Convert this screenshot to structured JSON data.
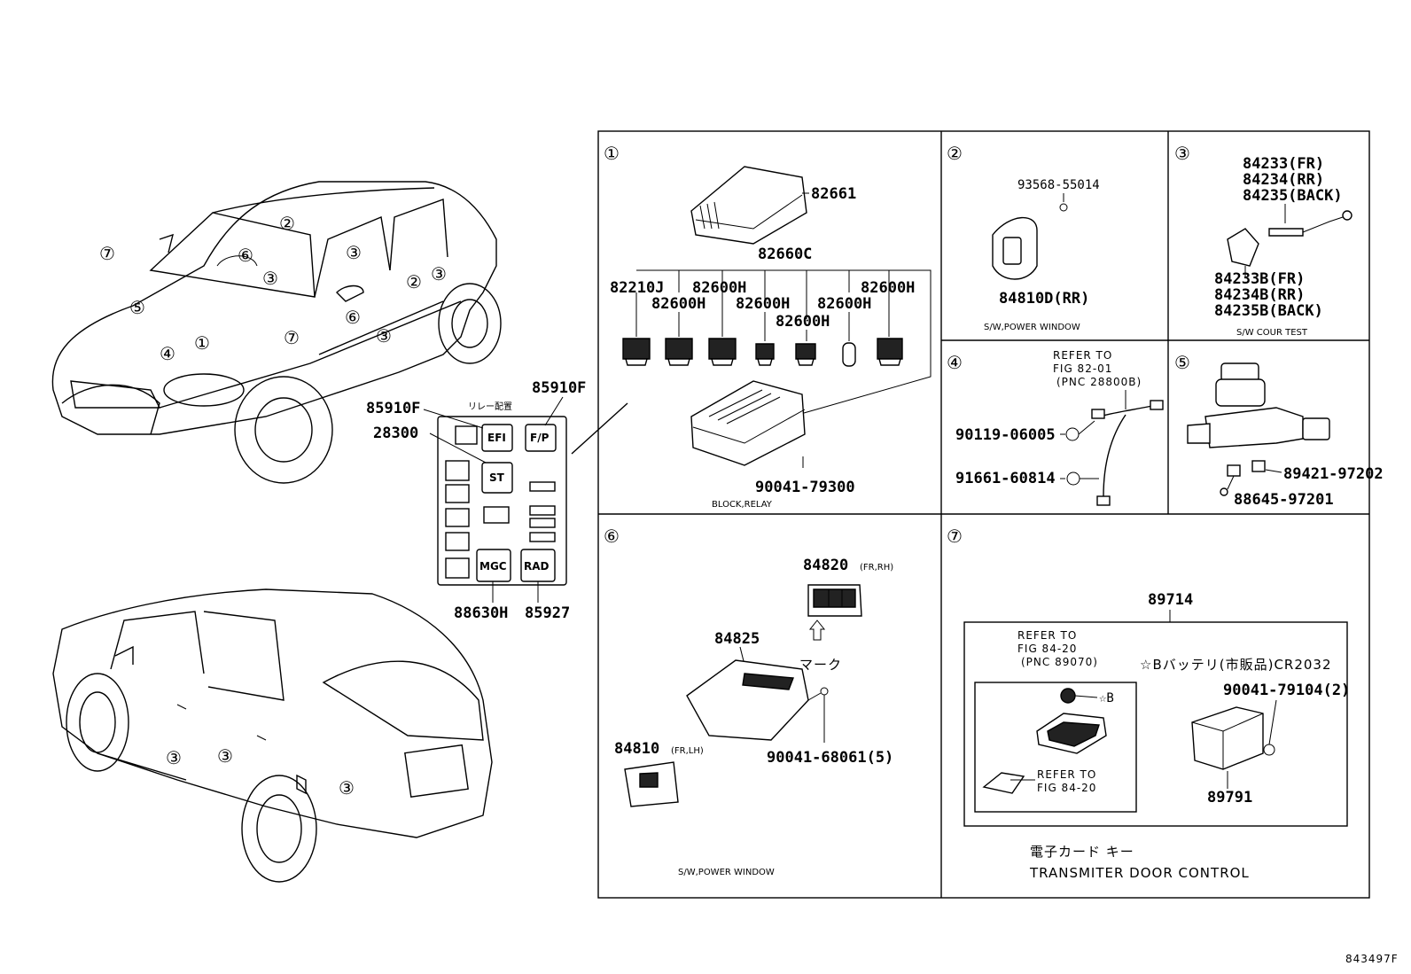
{
  "diagram": {
    "figure_id": "843497F",
    "cars": {
      "front_callouts": [
        "⑦",
        "⑥",
        "②",
        "③",
        "③",
        "②",
        "③",
        "⑤",
        "⑥",
        "④",
        "①",
        "⑦",
        "③"
      ],
      "rear_callouts": [
        "③",
        "③",
        "③"
      ]
    },
    "relay_block": {
      "title": "リレー配置",
      "part_numbers": [
        "85910F",
        "85910F",
        "28300",
        "88630H",
        "85927"
      ],
      "relays": [
        "EFI",
        "F/P",
        "ST",
        "MGC",
        "RAD"
      ]
    },
    "panels": {
      "p1": {
        "num": "①",
        "parts": [
          "82661",
          "82660C",
          "82210J",
          "82600H",
          "82600H",
          "82600H",
          "82600H",
          "82600H",
          "82600H",
          "90041-79300"
        ],
        "caption": "BLOCK,RELAY"
      },
      "p2": {
        "num": "②",
        "parts": [
          "93568-55014",
          "84810D(RR)"
        ],
        "caption": "S/W,POWER WINDOW"
      },
      "p3": {
        "num": "③",
        "parts": [
          "84233(FR)",
          "84234(RR)",
          "84235(BACK)",
          "84233B(FR)",
          "84234B(RR)",
          "84235B(BACK)"
        ],
        "caption": "S/W COUR TEST"
      },
      "p4": {
        "num": "④",
        "refer": [
          "REFER TO",
          "FIG 82-01",
          "(PNC 28800B)"
        ],
        "parts": [
          "90119-06005",
          "91661-60814"
        ]
      },
      "p5": {
        "num": "⑤",
        "parts": [
          "89421-97202",
          "88645-97201"
        ]
      },
      "p6": {
        "num": "⑥",
        "parts": [
          "84820",
          "84825",
          "90041-68061(5)",
          "84810"
        ],
        "suffixes": [
          "(FR,RH)",
          "(FR,LH)"
        ],
        "mark": "マーク",
        "caption": "S/W,POWER WINDOW"
      },
      "p7": {
        "num": "⑦",
        "parts": [
          "89714",
          "90041-79104(2)",
          "89791"
        ],
        "refer1": [
          "REFER TO",
          "FIG 84-20",
          "(PNC 89070)"
        ],
        "refer2": [
          "REFER TO",
          "FIG 84-20"
        ],
        "battery": "☆Bバッテリ(市販品)CR2032",
        "star_b": "☆B",
        "caption_jp": "電子カード キー",
        "caption": "TRANSMITER DOOR CONTROL"
      }
    }
  }
}
